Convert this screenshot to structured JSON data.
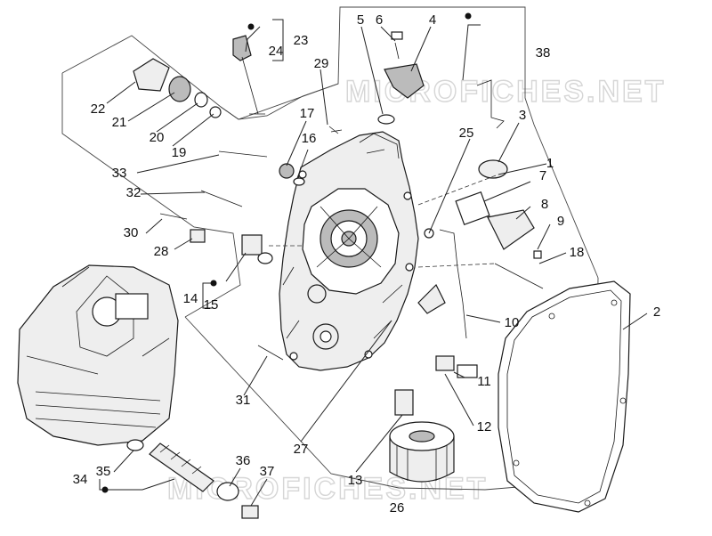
{
  "watermarks": [
    "MICROFICHES.NET",
    "MICROFICHES.NET"
  ],
  "callouts": [
    {
      "id": "1",
      "text": "1"
    },
    {
      "id": "2",
      "text": "2"
    },
    {
      "id": "3",
      "text": "3"
    },
    {
      "id": "4",
      "text": "4"
    },
    {
      "id": "5",
      "text": "5"
    },
    {
      "id": "6",
      "text": "6"
    },
    {
      "id": "7",
      "text": "7"
    },
    {
      "id": "8",
      "text": "8"
    },
    {
      "id": "9",
      "text": "9"
    },
    {
      "id": "10",
      "text": "10"
    },
    {
      "id": "11",
      "text": "11"
    },
    {
      "id": "12",
      "text": "12"
    },
    {
      "id": "13",
      "text": "13"
    },
    {
      "id": "14",
      "text": "14"
    },
    {
      "id": "15",
      "text": "15"
    },
    {
      "id": "16",
      "text": "16"
    },
    {
      "id": "17",
      "text": "17"
    },
    {
      "id": "18",
      "text": "18"
    },
    {
      "id": "19",
      "text": "19"
    },
    {
      "id": "20",
      "text": "20"
    },
    {
      "id": "21",
      "text": "21"
    },
    {
      "id": "22",
      "text": "22"
    },
    {
      "id": "23",
      "text": "23"
    },
    {
      "id": "24",
      "text": "24"
    },
    {
      "id": "25",
      "text": "25"
    },
    {
      "id": "26",
      "text": "26"
    },
    {
      "id": "27",
      "text": "27"
    },
    {
      "id": "28",
      "text": "28"
    },
    {
      "id": "29",
      "text": "29"
    },
    {
      "id": "30",
      "text": "30"
    },
    {
      "id": "31",
      "text": "31"
    },
    {
      "id": "32",
      "text": "32"
    },
    {
      "id": "33",
      "text": "33"
    },
    {
      "id": "34",
      "text": "34"
    },
    {
      "id": "35",
      "text": "35"
    },
    {
      "id": "36",
      "text": "36"
    },
    {
      "id": "37",
      "text": "37"
    },
    {
      "id": "38",
      "text": "38"
    }
  ]
}
